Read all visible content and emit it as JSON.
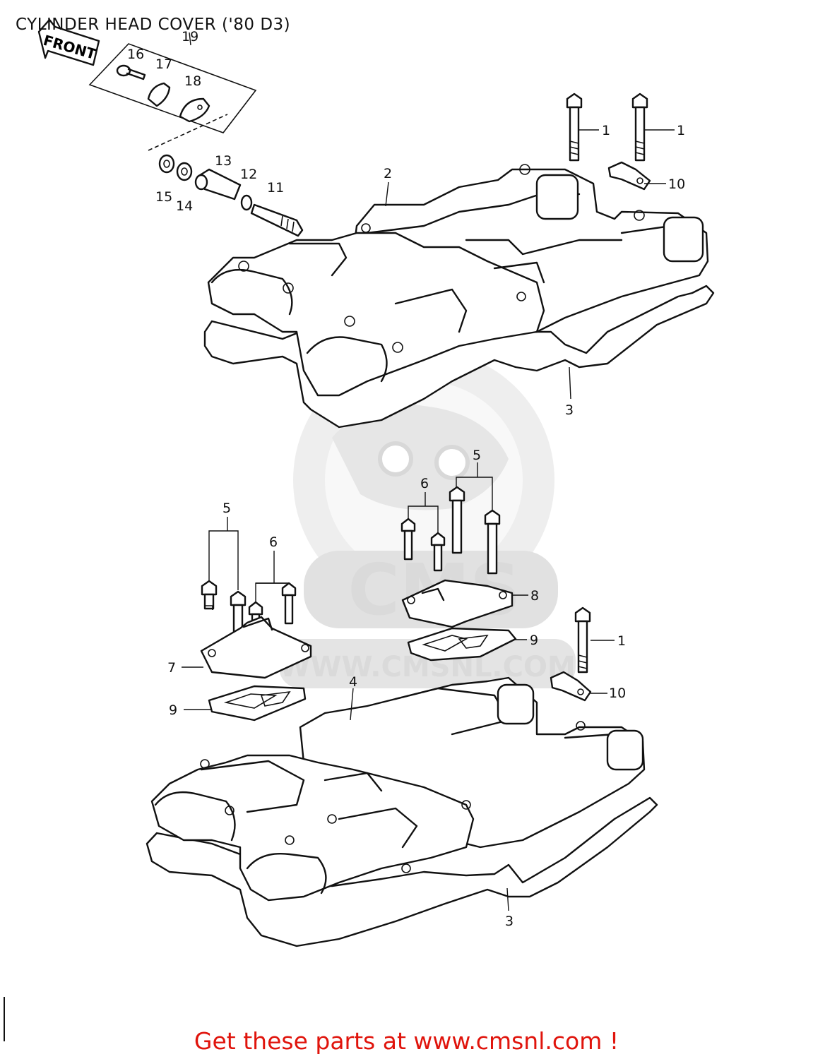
{
  "title": "CYLINDER HEAD COVER ('80 D3)",
  "footer": "Get these parts at www.cmsnl.com !",
  "front_label": "FRONT",
  "watermark": {
    "logo_text": "CMS",
    "url_text": "WWW.CMSNL.COM"
  },
  "callouts": [
    {
      "id": "c1a",
      "text": "1"
    },
    {
      "id": "c1b",
      "text": "1"
    },
    {
      "id": "c1c",
      "text": "1"
    },
    {
      "id": "c2",
      "text": "2"
    },
    {
      "id": "c3a",
      "text": "3"
    },
    {
      "id": "c3b",
      "text": "3"
    },
    {
      "id": "c4",
      "text": "4"
    },
    {
      "id": "c5a",
      "text": "5"
    },
    {
      "id": "c5b",
      "text": "5"
    },
    {
      "id": "c6a",
      "text": "6"
    },
    {
      "id": "c6b",
      "text": "6"
    },
    {
      "id": "c7",
      "text": "7"
    },
    {
      "id": "c8",
      "text": "8"
    },
    {
      "id": "c9a",
      "text": "9"
    },
    {
      "id": "c9b",
      "text": "9"
    },
    {
      "id": "c10a",
      "text": "10"
    },
    {
      "id": "c10b",
      "text": "10"
    },
    {
      "id": "c11",
      "text": "11"
    },
    {
      "id": "c12",
      "text": "12"
    },
    {
      "id": "c13",
      "text": "13"
    },
    {
      "id": "c14",
      "text": "14"
    },
    {
      "id": "c15",
      "text": "15"
    },
    {
      "id": "c16",
      "text": "16"
    },
    {
      "id": "c17",
      "text": "17"
    },
    {
      "id": "c18",
      "text": "18"
    },
    {
      "id": "c19",
      "text": "19"
    }
  ]
}
